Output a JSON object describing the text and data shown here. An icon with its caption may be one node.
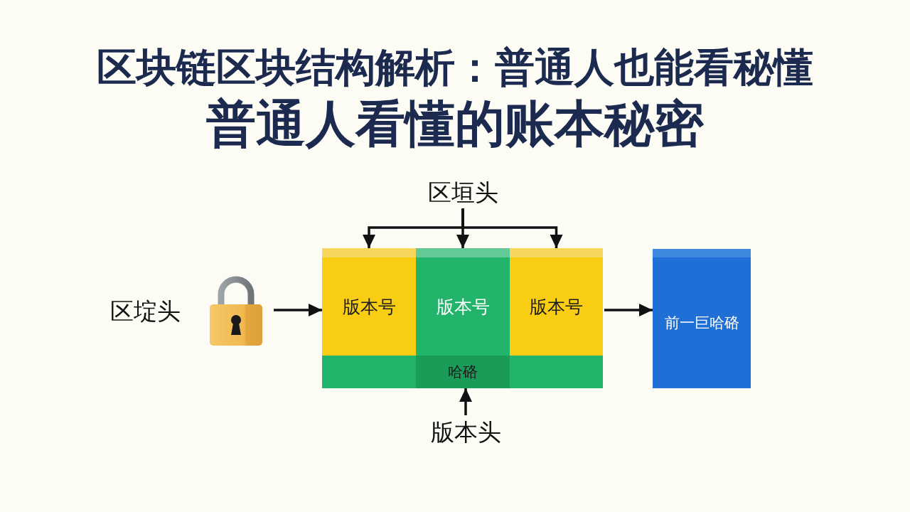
{
  "diagram": {
    "title": "区块链区块结构解析：普通人也能看秘懂",
    "nodes": [
      {
        "text": [
          "区垣头"
        ]
      },
      {
        "text": [],
        "shape": "picture",
        "beside": [
          "区埞头"
        ]
      },
      {
        "text": [
          "版本号"
        ]
      },
      {
        "text": [
          "版本号"
        ]
      },
      {
        "text": [
          "版本号"
        ]
      },
      {
        "text": [
          "前一巨哈硌"
        ]
      },
      {
        "text": [
          "哈硌"
        ]
      },
      {
        "text": [
          "版本头"
        ]
      }
    ],
    "edges": [
      {
        "from": 0,
        "to": 2,
        "arrow": "to"
      },
      {
        "from": 0,
        "to": 3,
        "arrow": "to"
      },
      {
        "from": 0,
        "to": 4,
        "arrow": "to"
      },
      {
        "from": 1,
        "to": 2,
        "arrow": "to"
      },
      {
        "from": 4,
        "to": 5,
        "arrow": "to"
      },
      {
        "from": 7,
        "to": 6,
        "arrow": "to"
      }
    ],
    "labels": [
      "普通人看懂的账本秘密"
    ]
  }
}
